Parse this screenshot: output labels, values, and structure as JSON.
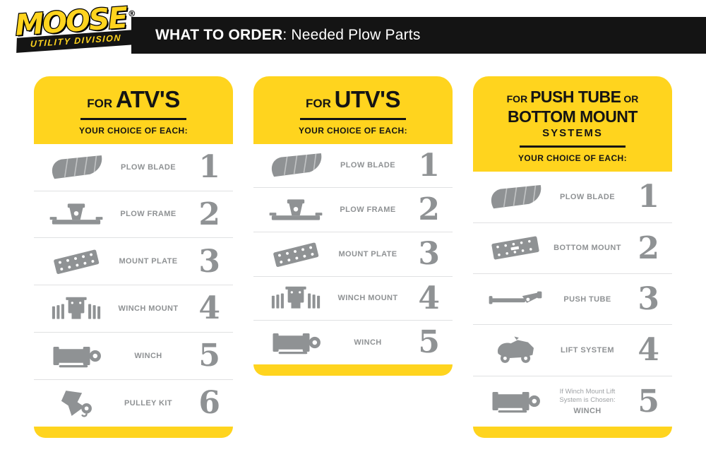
{
  "header": {
    "logo_text": "MOOSE",
    "logo_reg": "®",
    "logo_sub": "UTILITY DIVISION",
    "title_bold": "WHAT TO ORDER",
    "title_rest": ": Needed Plow Parts"
  },
  "colors": {
    "yellow": "#FFD41E",
    "gray": "#8F9294",
    "black": "#141414",
    "divider": "#E0E1E2"
  },
  "cards": [
    {
      "id": "atv",
      "title_lines": [
        [
          {
            "text": "FOR ",
            "style": "small"
          },
          {
            "text": "ATV'S",
            "style": "big"
          }
        ]
      ],
      "subtitle": "YOUR CHOICE OF EACH:",
      "items": [
        {
          "icon": "plow-blade-icon",
          "label": "PLOW BLADE",
          "number": "1"
        },
        {
          "icon": "plow-frame-icon",
          "label": "PLOW FRAME",
          "number": "2"
        },
        {
          "icon": "mount-plate-icon",
          "label": "MOUNT PLATE",
          "number": "3"
        },
        {
          "icon": "winch-mount-icon",
          "label": "WINCH MOUNT",
          "number": "4"
        },
        {
          "icon": "winch-icon",
          "label": "WINCH",
          "number": "5"
        },
        {
          "icon": "pulley-kit-icon",
          "label": "PULLEY KIT",
          "number": "6"
        }
      ]
    },
    {
      "id": "utv",
      "title_lines": [
        [
          {
            "text": "FOR ",
            "style": "small"
          },
          {
            "text": "UTV'S",
            "style": "big"
          }
        ]
      ],
      "subtitle": "YOUR CHOICE OF EACH:",
      "items": [
        {
          "icon": "plow-blade-icon",
          "label": "PLOW BLADE",
          "number": "1"
        },
        {
          "icon": "plow-frame-icon",
          "label": "PLOW FRAME",
          "number": "2"
        },
        {
          "icon": "mount-plate-icon",
          "label": "MOUNT PLATE",
          "number": "3"
        },
        {
          "icon": "winch-mount-icon",
          "label": "WINCH MOUNT",
          "number": "4"
        },
        {
          "icon": "winch-icon",
          "label": "WINCH",
          "number": "5"
        }
      ]
    },
    {
      "id": "push-tube",
      "title_lines": [
        [
          {
            "text": "FOR ",
            "style": "small"
          },
          {
            "text": "PUSH TUBE",
            "style": "big"
          },
          {
            "text": " OR",
            "style": "small"
          }
        ],
        [
          {
            "text": "BOTTOM MOUNT",
            "style": "big"
          }
        ],
        [
          {
            "text": "SYSTEMS",
            "style": "mid"
          }
        ]
      ],
      "subtitle": "YOUR CHOICE OF EACH:",
      "items": [
        {
          "icon": "plow-blade-icon",
          "label": "PLOW BLADE",
          "number": "1"
        },
        {
          "icon": "bottom-mount-icon",
          "label": "BOTTOM MOUNT",
          "number": "2"
        },
        {
          "icon": "push-tube-icon",
          "label": "PUSH TUBE",
          "number": "3"
        },
        {
          "icon": "lift-system-icon",
          "label": "LIFT SYSTEM",
          "number": "4"
        },
        {
          "icon": "winch-icon",
          "note": "If Winch Mount Lift System is Chosen:",
          "label": "WINCH",
          "number": "5"
        }
      ]
    }
  ]
}
